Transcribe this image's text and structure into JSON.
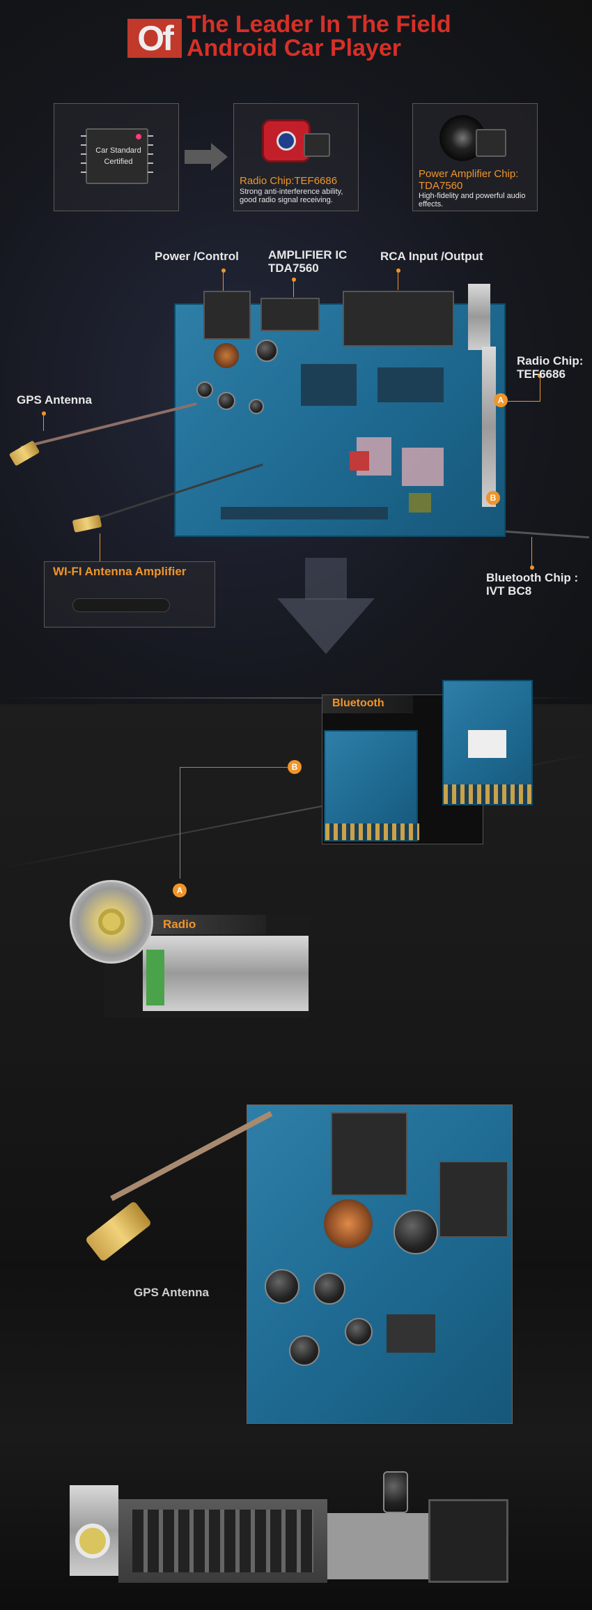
{
  "header": {
    "logo_text": "Of",
    "title_line1": "The Leader In The Field",
    "title_line2": "Android Car Player"
  },
  "features": [
    {
      "chip_text": "Car Standard Certified"
    },
    {
      "title": "Radio Chip:TEF6686",
      "desc": "Strong anti-interference ability, good radio signal receiving."
    },
    {
      "title": "Power Amplifier Chip: TDA7560",
      "desc": "High-fidelity and powerful audio effects."
    }
  ],
  "board_labels": {
    "power_control": "Power /Control",
    "amplifier": "AMPLIFIER IC TDA7560",
    "rca": "RCA Input /Output",
    "radio_chip": "Radio Chip: TEF6686",
    "gps": "GPS Antenna",
    "wifi": "WI-FI Antenna Amplifier",
    "bluetooth_chip": "Bluetooth Chip : IVT BC8"
  },
  "markers": {
    "a": "A",
    "b": "B"
  },
  "detail": {
    "bluetooth_tag": "Bluetooth",
    "radio_tag": "Radio",
    "gps_label": "GPS Antenna"
  },
  "colors": {
    "accent": "#f0952a",
    "brand_red": "#d63027",
    "pcb_blue": "#1f6b93"
  }
}
